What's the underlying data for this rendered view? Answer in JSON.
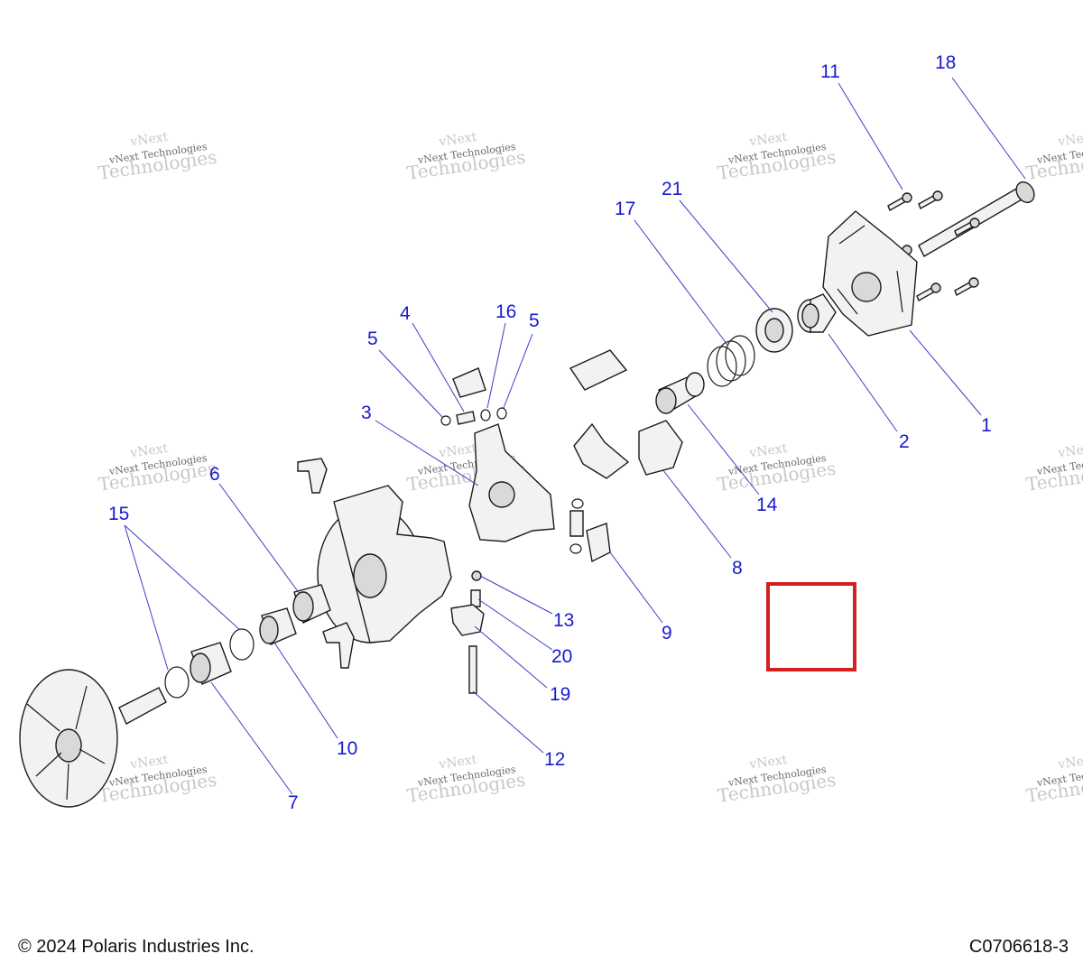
{
  "watermark": {
    "line1": "vNext",
    "line2": "vNext Technologies",
    "line3": "Technologies"
  },
  "callouts": {
    "c1": "1",
    "c2": "2",
    "c3": "3",
    "c4": "4",
    "c5a": "5",
    "c5b": "5",
    "c6": "6",
    "c7": "7",
    "c8": "8",
    "c9": "9",
    "c10": "10",
    "c11": "11",
    "c12": "12",
    "c13": "13",
    "c14": "14",
    "c15": "15",
    "c16": "16",
    "c17": "17",
    "c18": "18",
    "c19": "19",
    "c20": "20",
    "c21": "21"
  },
  "colors": {
    "callout": "#1a1ad0",
    "highlight_box": "#d42020",
    "watermark": "#c8c8c8"
  },
  "footer": {
    "copyright": "© 2024 Polaris Industries Inc.",
    "code": "C0706618-3"
  }
}
